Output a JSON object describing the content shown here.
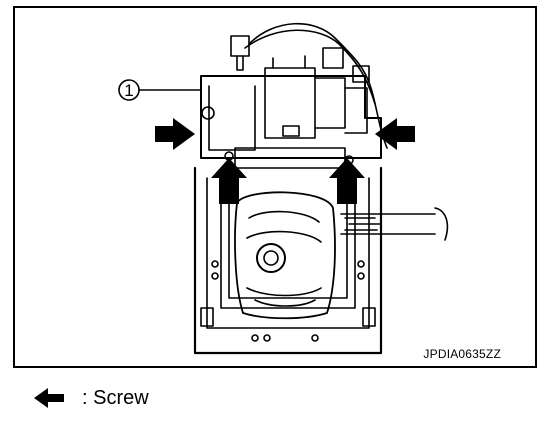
{
  "diagram": {
    "callout_number": "1",
    "image_code": "JPDIA0635ZZ"
  },
  "legend": {
    "text": ": Screw",
    "icon": "solid-arrow-left-icon"
  },
  "colors": {
    "line": "#000000",
    "background": "#ffffff"
  }
}
